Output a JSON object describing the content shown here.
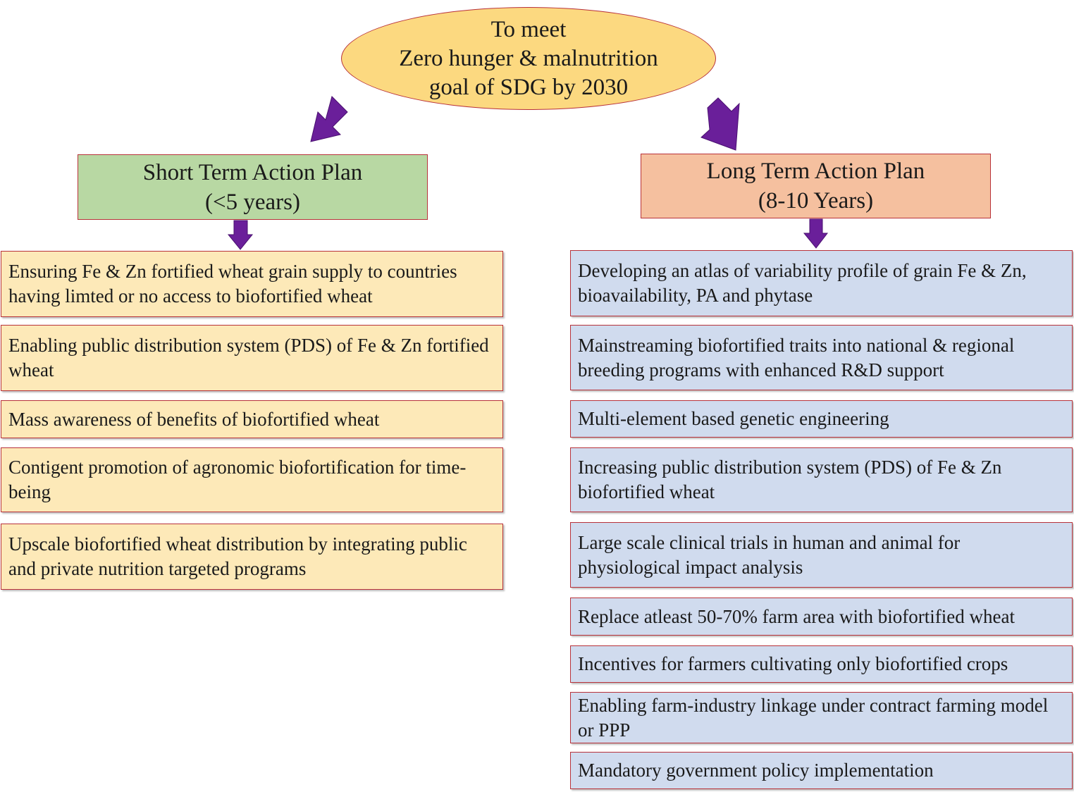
{
  "goal": {
    "line1": "To meet",
    "line2": "Zero hunger & malnutrition",
    "line3": "goal of SDG by 2030"
  },
  "short_plan": {
    "title": "Short Term Action Plan",
    "duration": "(<5 years)",
    "items": [
      "Ensuring Fe & Zn fortified wheat grain supply to countries having limted or no access to biofortified wheat",
      "Enabling public distribution system (PDS) of Fe & Zn fortified wheat",
      "Mass awareness of benefits of biofortified wheat",
      "Contigent promotion of agronomic biofortification for time-being",
      "Upscale biofortified wheat distribution by integrating public and private nutrition targeted programs"
    ]
  },
  "long_plan": {
    "title": "Long Term Action Plan",
    "duration": "(8-10 Years)",
    "items": [
      "Developing an atlas of variability profile of grain Fe & Zn, bioavailability, PA and phytase",
      "Mainstreaming  biofortified traits into national & regional breeding programs with enhanced R&D support",
      "Multi-element based genetic engineering",
      "Increasing public distribution system (PDS) of Fe & Zn biofortified wheat",
      "Large scale clinical trials in human and animal for physiological impact analysis",
      "Replace atleast 50-70% farm area with biofortified wheat",
      "Incentives for farmers cultivating only biofortified crops",
      "Enabling farm-industry linkage under contract farming model or PPP",
      "Mandatory government policy implementation"
    ]
  },
  "colors": {
    "goal_fill": "#fcd980",
    "short_header_fill": "#b8d8a3",
    "long_header_fill": "#f5c09f",
    "short_item_fill": "#fde9b8",
    "long_item_fill": "#d0dbee",
    "border": "#b8323a",
    "arrow": "#6a1f9a"
  }
}
